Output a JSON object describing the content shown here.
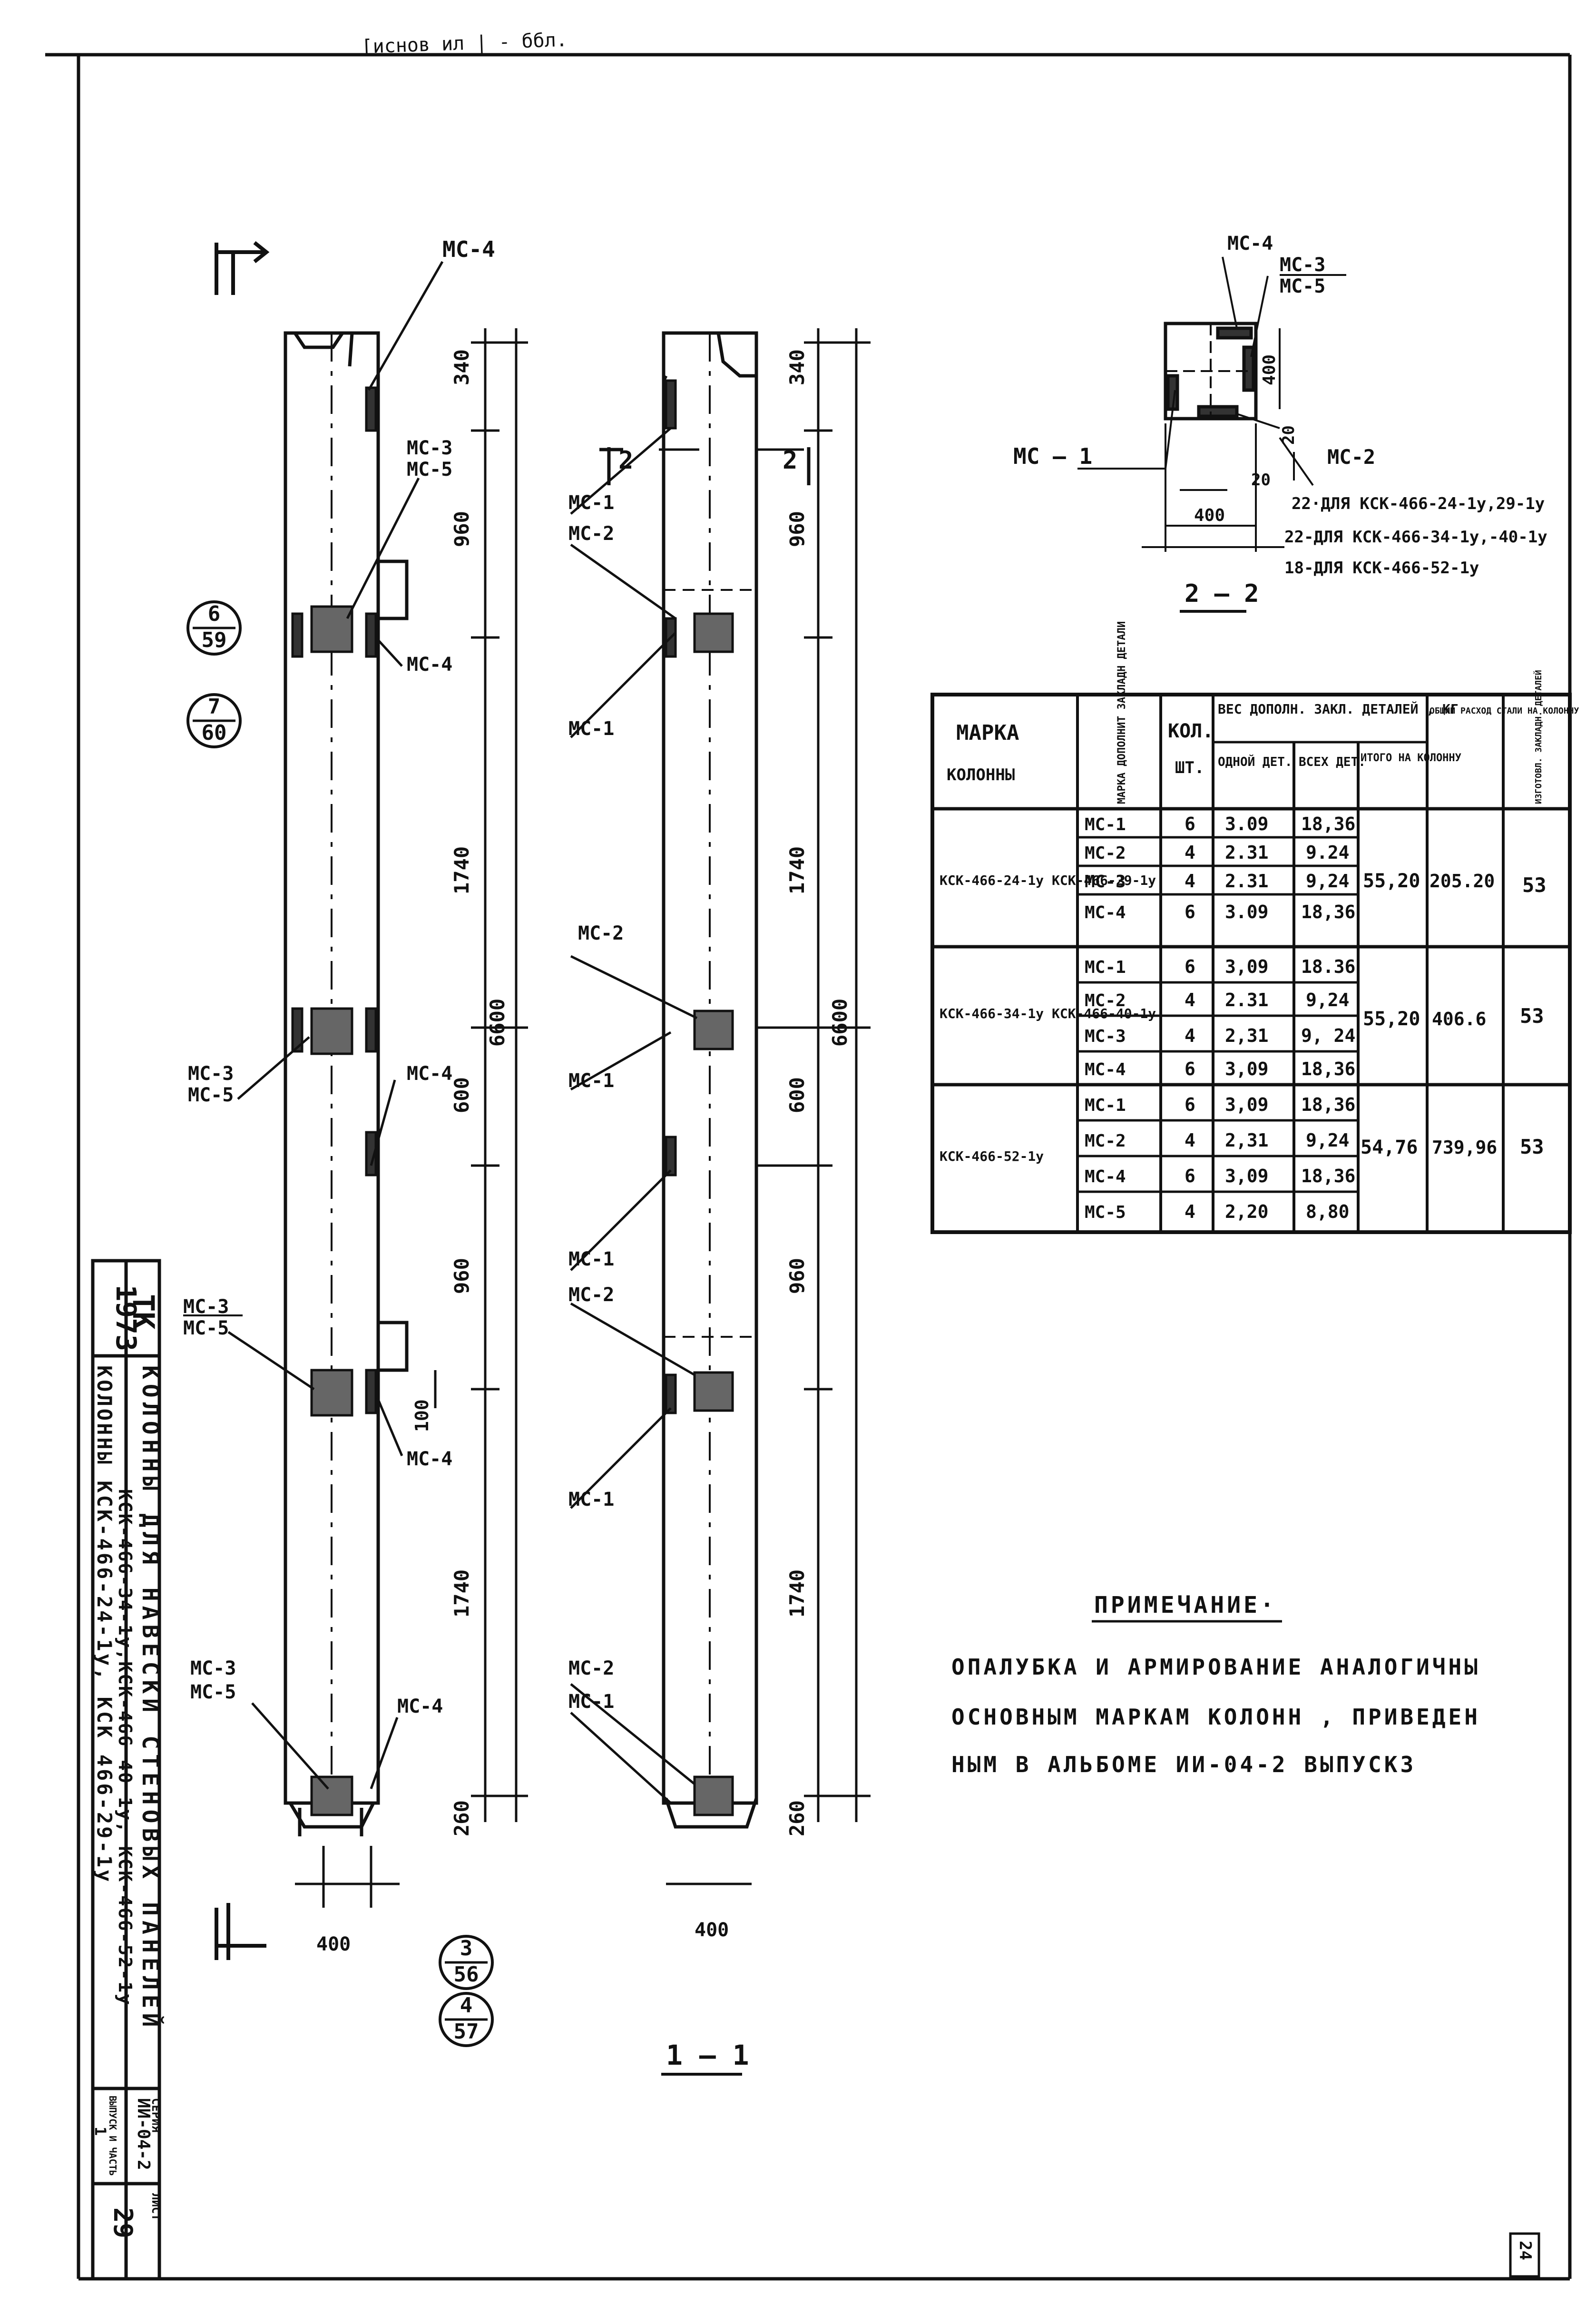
{
  "header": {
    "scribble": "[иснов ил | - ббл."
  },
  "section_marker_1": "1",
  "section_marker_2": "2",
  "mc": {
    "mc1": "МС-1",
    "mc2": "МС-2",
    "mc3": "МС-3",
    "mc4": "МС-4",
    "mc5": "МС-5",
    "mc1_detail": "МС – 1"
  },
  "dims": {
    "d340": "340",
    "d960": "960",
    "d1740": "1740",
    "d600": "600",
    "d6600": "6600",
    "d260": "260",
    "d400": "400",
    "d100": "100",
    "d20": "20"
  },
  "refs": [
    {
      "num": "6",
      "den": "59"
    },
    {
      "num": "7",
      "den": "60"
    },
    {
      "num": "3",
      "den": "56"
    },
    {
      "num": "4",
      "den": "57"
    }
  ],
  "section_2": {
    "title": "2 – 2",
    "note1": "22·ДЛЯ КСК-466-24-1у,29-1у",
    "note2": "22-ДЛЯ КСК-466-34-1у,-40-1у",
    "note3": "18-ДЛЯ КСК-466-52-1у"
  },
  "section_1_title": "1 – 1",
  "table": {
    "h_marka": "МАРКА КОЛОННЫ",
    "h_marka_det": "МАРКА ДОПОЛНИТ ЗАКЛАДН ДЕТАЛИ",
    "h_kol": "КОЛ. ШТ.",
    "h_ves": "ВЕС ДОПОЛН. ЗАКЛ. ДЕТАЛЕЙ , КГ",
    "h_odnoi": "ОДНОЙ ДЕТ.",
    "h_vseh": "ВСЕХ ДЕТ.",
    "h_itogo": "ИТОГО НА КОЛОННУ",
    "h_obshiy": "ОБЩИЙ РАСХОД СТАЛИ НА КОЛОННУ",
    "h_izgotovl": "ИЗГОТОВЛ. ЗАКЛАДН. ДЕТАЛЕЙ",
    "groups": [
      {
        "marka": "КСК-466-24-1у КСК-466-29-1у",
        "rows": [
          {
            "det": "МС-1",
            "kol": "6",
            "odnoi": "3.09",
            "vseh": "18,36"
          },
          {
            "det": "МС-2",
            "kol": "4",
            "odnoi": "2.31",
            "vseh": "9.24"
          },
          {
            "det": "МС-3",
            "kol": "4",
            "odnoi": "2.31",
            "vseh": "9,24"
          },
          {
            "det": "МС-4",
            "kol": "6",
            "odnoi": "3.09",
            "vseh": "18,36"
          }
        ],
        "itogo": "55,20",
        "obshiy": "205.20",
        "izg": "53"
      },
      {
        "marka": "КСК-466-34-1у КСК-466-40-1у",
        "rows": [
          {
            "det": "МС-1",
            "kol": "6",
            "odnoi": "3,09",
            "vseh": "18.36"
          },
          {
            "det": "МС-2",
            "kol": "4",
            "odnoi": "2.31",
            "vseh": "9,24"
          },
          {
            "det": "МС-3",
            "kol": "4",
            "odnoi": "2,31",
            "vseh": "9, 24"
          },
          {
            "det": "МС-4",
            "kol": "6",
            "odnoi": "3,09",
            "vseh": "18,36"
          }
        ],
        "itogo": "55,20",
        "obshiy": "406.6",
        "izg": "53"
      },
      {
        "marka": "КСК-466-52-1у",
        "rows": [
          {
            "det": "МС-1",
            "kol": "6",
            "odnoi": "3,09",
            "vseh": "18,36"
          },
          {
            "det": "МС-2",
            "kol": "4",
            "odnoi": "2,31",
            "vseh": "9,24"
          },
          {
            "det": "МС-4",
            "kol": "6",
            "odnoi": "3,09",
            "vseh": "18,36"
          },
          {
            "det": "МС-5",
            "kol": "4",
            "odnoi": "2,20",
            "vseh": "8,80"
          }
        ],
        "itogo": "54,76",
        "obshiy": "739,96",
        "izg": "53"
      }
    ]
  },
  "note": {
    "title": "ПРИМЕЧАНИЕ·",
    "line1": "ОПАЛУБКА И АРМИРОВАНИЕ АНАЛОГИЧНЫ",
    "line2": "ОСНОВНЫМ МАРКАМ КОЛОНН , ПРИВЕДЕН",
    "line3": "НЫМ В АЛЬБОМЕ ИИ-04-2 ВЫПУСК3"
  },
  "stamp": {
    "year": "1973",
    "org": "ТК",
    "title1": "КОЛОННЫ ДЛЯ НАВЕСКИ СТЕНОВЫХ ПАНЕЛЕЙ",
    "title2": "КОЛОННЫ КСК-466-24-1у, КСК 466-29-1у",
    "title3": "КСК-466-34-1у,КСК-466 40 1у, КСК-466-52-1у",
    "series_label": "СЕРИЯ",
    "series_value": "ИИ-04-2",
    "issue_label": "ВЫПУСК И ЧАСТЬ",
    "issue_value": "1",
    "sheet_label": "ЛИСТ",
    "sheet_value": "29"
  },
  "corner_mark": "24"
}
